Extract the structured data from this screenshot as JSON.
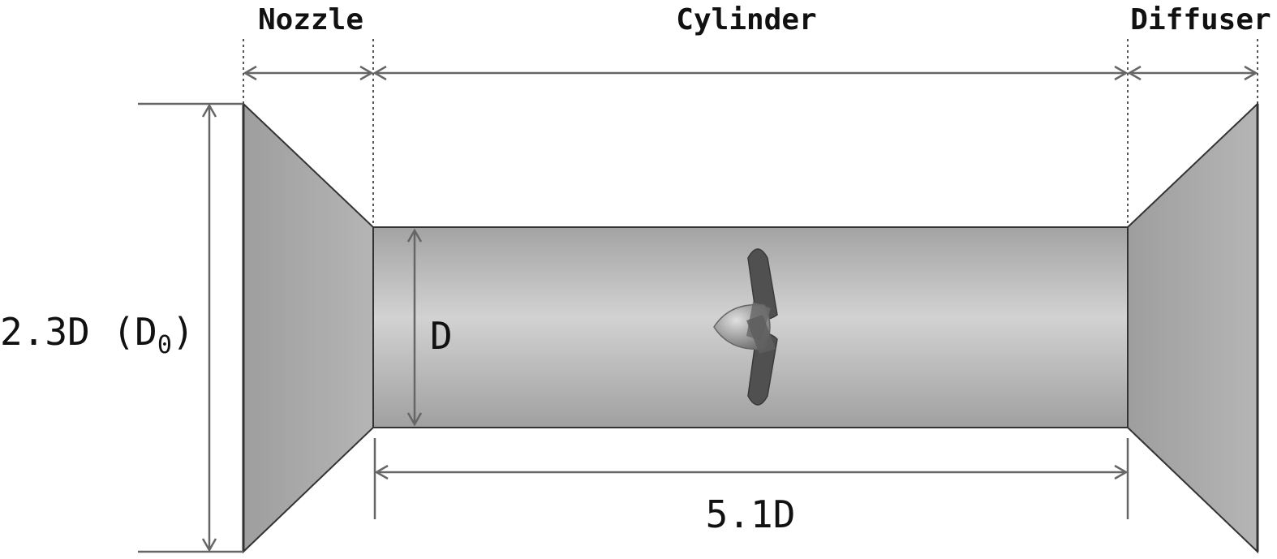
{
  "sections": {
    "nozzle": "Nozzle",
    "cylinder": "Cylinder",
    "diffuser": "Diffuser"
  },
  "dimensions": {
    "inlet_diameter": "2.3D (D",
    "inlet_diameter_subscript": "0",
    "inlet_diameter_close": ")",
    "cylinder_diameter": "D",
    "cylinder_length": "5.1D"
  },
  "colors": {
    "body_gray": "#a8a8a8",
    "cylinder_highlight": "#cfcfcf",
    "propeller": "#555555"
  },
  "icons": {
    "propeller": "propeller-icon"
  }
}
